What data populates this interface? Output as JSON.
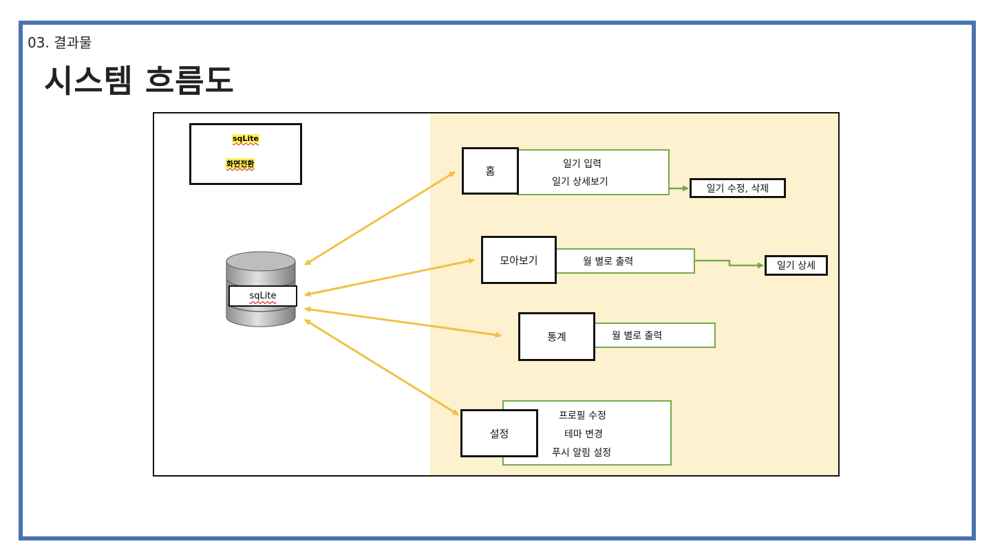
{
  "header": {
    "section_label": "03. 결과물",
    "title": "시스템 흐름도"
  },
  "legend": {
    "sqlite_label": "sqLite",
    "screen_label": "화면전환"
  },
  "database": {
    "label": "sqLite"
  },
  "screens": {
    "home": {
      "label": "홈",
      "details": [
        "일기 입력",
        "일기 상세보기"
      ],
      "next": "일기 수정, 삭제"
    },
    "collection": {
      "label": "모아보기",
      "details": [
        "월 별로 출력"
      ],
      "next": "일기 상세"
    },
    "stats": {
      "label": "통계",
      "details": [
        "월 별로 출력"
      ]
    },
    "settings": {
      "label": "설정",
      "details": [
        "프로필 수정",
        "테마 변경",
        "푸시 알림 설정"
      ]
    }
  },
  "colors": {
    "border": "#4a72b0",
    "sqlite_arrow": "#f2c042",
    "screen_arrow": "#76a94b",
    "panel_bg": "#fdf1cf"
  }
}
